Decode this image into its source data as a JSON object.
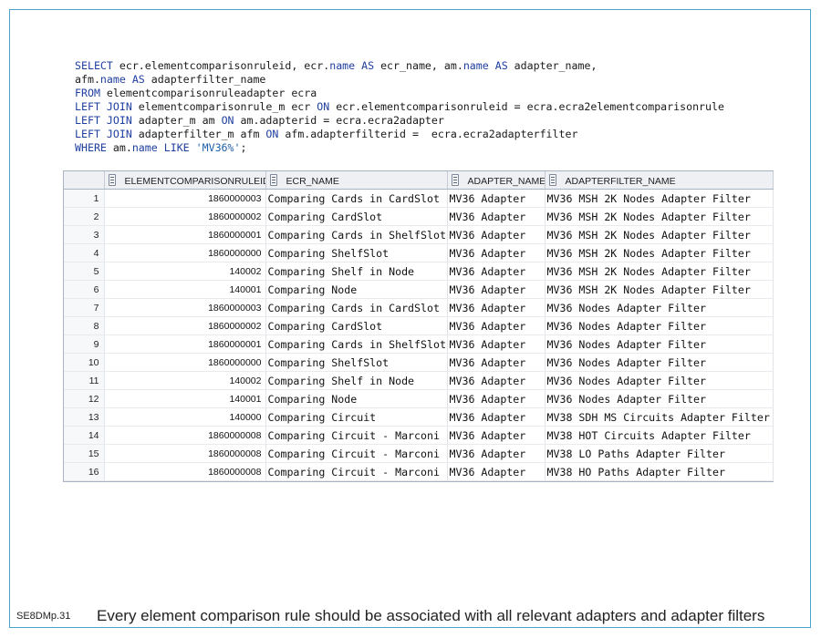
{
  "sql": {
    "line1": {
      "kw1": "SELECT",
      "t1": " ecr.elementcomparisonruleid, ecr.",
      "kw2": "name",
      "t2": " ",
      "kw3": "AS",
      "t3": " ecr_name, am.",
      "kw4": "name",
      "t4": " ",
      "kw5": "AS",
      "t5": " adapter_name,"
    },
    "line2": {
      "t1": "afm.",
      "kw1": "name",
      "t2": " ",
      "kw2": "AS",
      "t3": " adapterfilter_name"
    },
    "line3": {
      "kw1": "FROM",
      "t1": " elementcomparisonruleadapter ecra"
    },
    "line4": {
      "kw1": "LEFT JOIN",
      "t1": " elementcomparisonrule_m ecr ",
      "kw2": "ON",
      "t2": " ecr.elementcomparisonruleid = ecra.ecra2elementcomparisonrule"
    },
    "line5": {
      "kw1": "LEFT JOIN",
      "t1": " adapter_m am ",
      "kw2": "ON",
      "t2": " am.adapterid = ecra.ecra2adapter"
    },
    "line6": {
      "kw1": "LEFT JOIN",
      "t1": " adapterfilter_m afm ",
      "kw2": "ON",
      "t2": " afm.adapterfilterid =  ecra.ecra2adapterfilter"
    },
    "line7": {
      "kw1": "WHERE",
      "t1": " am.",
      "kw2": "name",
      "t2": " ",
      "kw3": "LIKE",
      "t3": " ",
      "str": "'MV36%'",
      "t4": ";"
    }
  },
  "grid": {
    "columns": [
      "ELEMENTCOMPARISONRULEID",
      "ECR_NAME",
      "ADAPTER_NAME",
      "ADAPTERFILTER_NAME"
    ],
    "rows": [
      [
        "1",
        "1860000003",
        "Comparing Cards in CardSlot",
        "MV36 Adapter",
        "MV36 MSH 2K Nodes Adapter Filter"
      ],
      [
        "2",
        "1860000002",
        "Comparing CardSlot",
        "MV36 Adapter",
        "MV36 MSH 2K Nodes Adapter Filter"
      ],
      [
        "3",
        "1860000001",
        "Comparing Cards in ShelfSlot",
        "MV36 Adapter",
        "MV36 MSH 2K Nodes Adapter Filter"
      ],
      [
        "4",
        "1860000000",
        "Comparing ShelfSlot",
        "MV36 Adapter",
        "MV36 MSH 2K Nodes Adapter Filter"
      ],
      [
        "5",
        "140002",
        "Comparing Shelf in Node",
        "MV36 Adapter",
        "MV36 MSH 2K Nodes Adapter Filter"
      ],
      [
        "6",
        "140001",
        "Comparing Node",
        "MV36 Adapter",
        "MV36 MSH 2K Nodes Adapter Filter"
      ],
      [
        "7",
        "1860000003",
        "Comparing Cards in CardSlot",
        "MV36 Adapter",
        "MV36 Nodes Adapter Filter"
      ],
      [
        "8",
        "1860000002",
        "Comparing CardSlot",
        "MV36 Adapter",
        "MV36 Nodes Adapter Filter"
      ],
      [
        "9",
        "1860000001",
        "Comparing Cards in ShelfSlot",
        "MV36 Adapter",
        "MV36 Nodes Adapter Filter"
      ],
      [
        "10",
        "1860000000",
        "Comparing ShelfSlot",
        "MV36 Adapter",
        "MV36 Nodes Adapter Filter"
      ],
      [
        "11",
        "140002",
        "Comparing Shelf in Node",
        "MV36 Adapter",
        "MV36 Nodes Adapter Filter"
      ],
      [
        "12",
        "140001",
        "Comparing Node",
        "MV36 Adapter",
        "MV36 Nodes Adapter Filter"
      ],
      [
        "13",
        "140000",
        "Comparing Circuit",
        "MV36 Adapter",
        "MV38 SDH MS Circuits Adapter Filter"
      ],
      [
        "14",
        "1860000008",
        "Comparing Circuit - Marconi",
        "MV36 Adapter",
        "MV38 HOT Circuits Adapter Filter"
      ],
      [
        "15",
        "1860000008",
        "Comparing Circuit - Marconi",
        "MV36 Adapter",
        "MV38 LO Paths Adapter Filter"
      ],
      [
        "16",
        "1860000008",
        "Comparing Circuit - Marconi",
        "MV36 Adapter",
        "MV38 HO Paths Adapter Filter"
      ]
    ]
  },
  "footer": {
    "code": "SE8DMp.31",
    "caption": "Every element comparison rule should be associated with all relevant adapters and adapter filters"
  },
  "colors": {
    "frame": "#4aa3c8",
    "keyword": "#1f3f9f"
  }
}
